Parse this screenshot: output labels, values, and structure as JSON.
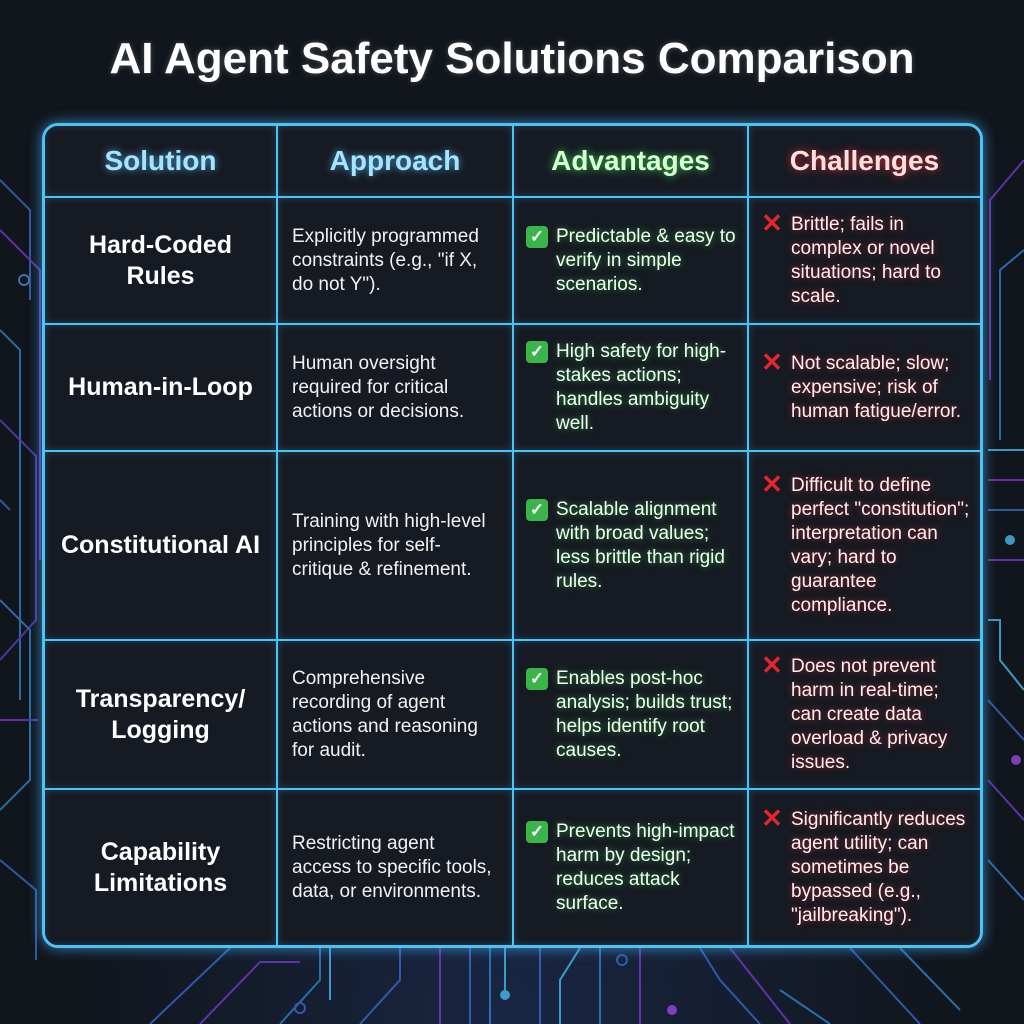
{
  "title": "AI Agent Safety Solutions Comparison",
  "colors": {
    "border": "#4cc3f5",
    "header_solution": "#a6e3ff",
    "header_approach": "#a6e3ff",
    "header_advantages_glow": "#3cdc5a",
    "header_challenges_glow": "#e6323c",
    "check_icon": "#3ab54a",
    "cross_icon": "#e8242c",
    "background": "#11151c"
  },
  "table": {
    "headers": {
      "solution": "Solution",
      "approach": "Approach",
      "advantages": "Advantages",
      "challenges": "Challenges"
    },
    "rows": [
      {
        "solution": "Hard-Coded Rules",
        "approach": "Explicitly programmed constraints (e.g., \"if X, do not Y\").",
        "advantage_icon": "check-icon",
        "advantages": "Predictable & easy to verify in simple scenarios.",
        "challenge_icon": "cross-icon",
        "challenges": "Brittle; fails in complex or novel situations; hard to scale."
      },
      {
        "solution": "Human-in-Loop",
        "approach": "Human oversight required for critical actions or decisions.",
        "advantage_icon": "check-icon",
        "advantages": "High safety for high-stakes actions; handles ambiguity well.",
        "challenge_icon": "cross-icon",
        "challenges": "Not scalable; slow; expensive; risk of human fatigue/error."
      },
      {
        "solution": "Constitutional AI",
        "approach": "Training with high-level principles for self-critique & refinement.",
        "advantage_icon": "check-icon",
        "advantages": "Scalable alignment with broad values; less brittle than rigid rules.",
        "challenge_icon": "cross-icon",
        "challenges": "Difficult to define perfect \"constitution\"; interpretation can vary; hard to guarantee compliance."
      },
      {
        "solution": "Transparency/ Logging",
        "approach": "Comprehensive recording of agent actions and reasoning for audit.",
        "advantage_icon": "check-icon",
        "advantages": "Enables post-hoc analysis; builds trust; helps identify root causes.",
        "challenge_icon": "cross-icon",
        "challenges": "Does not prevent harm in real-time; can create data overload & privacy issues."
      },
      {
        "solution": "Capability Limitations",
        "approach": "Restricting agent access to specific tools, data, or environments.",
        "advantage_icon": "check-icon",
        "advantages": "Prevents high-impact harm by design; reduces attack surface.",
        "challenge_icon": "cross-icon",
        "challenges": "Significantly reduces agent utility; can sometimes be bypassed (e.g., \"jailbreaking\")."
      }
    ]
  },
  "icons": {
    "check": "✓",
    "cross": "✕"
  }
}
